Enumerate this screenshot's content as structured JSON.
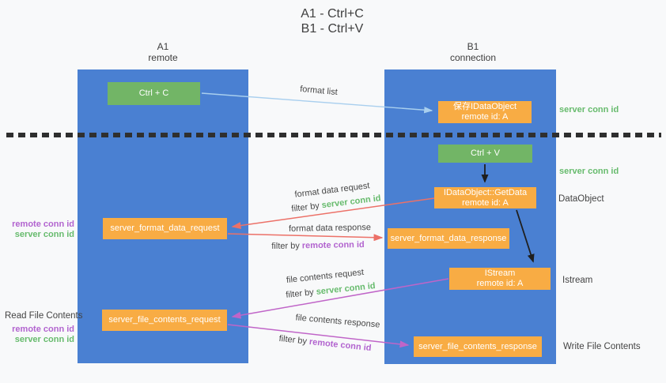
{
  "title": {
    "line1": "A1 - Ctrl+C",
    "line2": "B1 - Ctrl+V"
  },
  "lifelines": {
    "a1": {
      "name": "A1",
      "role": "remote"
    },
    "b1": {
      "name": "B1",
      "role": "connection"
    }
  },
  "nodes": {
    "ctrl_c": {
      "label": "Ctrl + C"
    },
    "ctrl_v": {
      "label": "Ctrl + V"
    },
    "save_idataobject": {
      "line1": "保存IDataObject",
      "line2": "remote id: A"
    },
    "idataobject_getdata": {
      "line1": "IDataObject::GetData",
      "line2": "remote id: A"
    },
    "istream_obj": {
      "line1": "IStream",
      "line2": "remote id: A"
    },
    "server_format_data_request": {
      "label": "server_format_data_request"
    },
    "server_format_data_response": {
      "label": "server_format_data_response"
    },
    "server_file_contents_request": {
      "label": "server_file_contents_request"
    },
    "server_file_contents_response": {
      "label": "server_file_contents_response"
    }
  },
  "annotations": {
    "server_conn_id": "server conn id",
    "remote_conn_id": "remote conn id",
    "dataobject": "DataObject",
    "istream": "Istream",
    "read_file_contents": "Read File Contents",
    "write_file_contents": "Write File Contents"
  },
  "arrow_labels": {
    "format_list": "format list",
    "format_data_request": "format data request",
    "format_data_response": "format data response",
    "file_contents_request": "file contents request",
    "file_contents_response": "file contents response",
    "filter_by": "filter by"
  },
  "colors": {
    "lifeline_blue": "#4a80d2",
    "box_green": "#72b566",
    "box_orange": "#f8ac44",
    "arrow_light_blue": "#a9cfee",
    "arrow_red": "#ec7168",
    "arrow_magenta": "#c065c8",
    "arrow_black": "#1f1f1f",
    "text_green": "#67bb6d",
    "text_purple": "#b264cf",
    "background": "#f8f9fa"
  }
}
